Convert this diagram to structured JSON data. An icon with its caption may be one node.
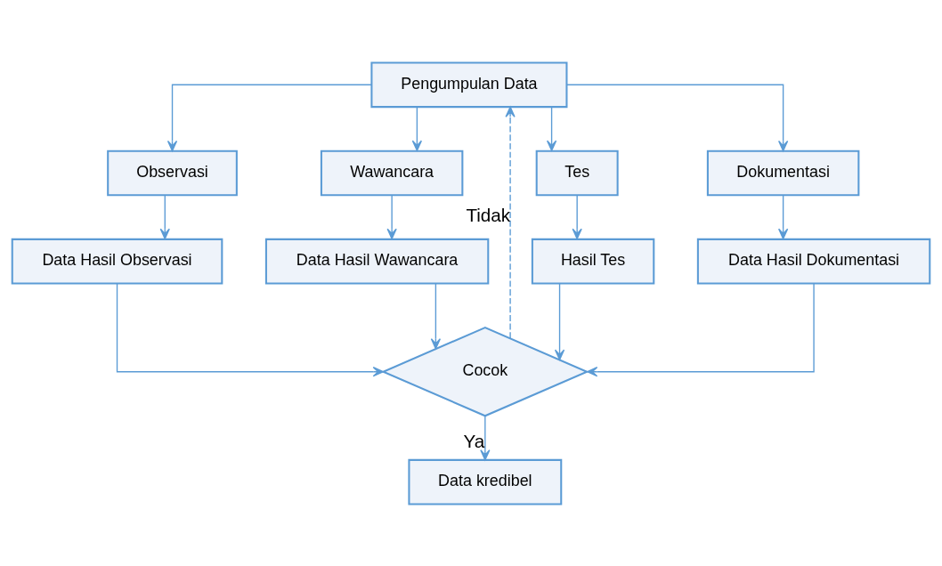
{
  "diagram": {
    "nodes": [
      {
        "text": [
          "Pengumpulan Data"
        ]
      },
      {
        "text": [
          "Observasi"
        ]
      },
      {
        "text": [
          "Wawancara"
        ]
      },
      {
        "text": [
          "Tes"
        ]
      },
      {
        "text": [
          "Dokumentasi"
        ]
      },
      {
        "text": [
          "Data Hasil Observasi"
        ]
      },
      {
        "text": [
          "Data Hasil Wawancara"
        ]
      },
      {
        "text": [
          "Hasil Tes"
        ]
      },
      {
        "text": [
          "Data Hasil Dokumentasi"
        ]
      },
      {
        "text": [
          "Cocok"
        ]
      },
      {
        "text": [
          "Data kredibel"
        ]
      }
    ],
    "edges": [
      {
        "from": 0,
        "to": 1,
        "arrow": "to"
      },
      {
        "from": 0,
        "to": 2,
        "arrow": "to"
      },
      {
        "from": 0,
        "to": 3,
        "arrow": "to"
      },
      {
        "from": 0,
        "to": 4,
        "arrow": "to"
      },
      {
        "from": 1,
        "to": 5,
        "arrow": "to"
      },
      {
        "from": 2,
        "to": 6,
        "arrow": "to"
      },
      {
        "from": 3,
        "to": 7,
        "arrow": "to"
      },
      {
        "from": 4,
        "to": 8,
        "arrow": "to"
      },
      {
        "from": 5,
        "to": 9,
        "arrow": "to"
      },
      {
        "from": 6,
        "to": 9,
        "arrow": "to"
      },
      {
        "from": 7,
        "to": 9,
        "arrow": "to"
      },
      {
        "from": 8,
        "to": 9,
        "arrow": "to"
      },
      {
        "from": 9,
        "to": 10,
        "arrow": "to",
        "label": "Ya"
      },
      {
        "from": 9,
        "to": 0,
        "arrow": "to",
        "label": "Tidak",
        "style": "dashed"
      }
    ]
  }
}
